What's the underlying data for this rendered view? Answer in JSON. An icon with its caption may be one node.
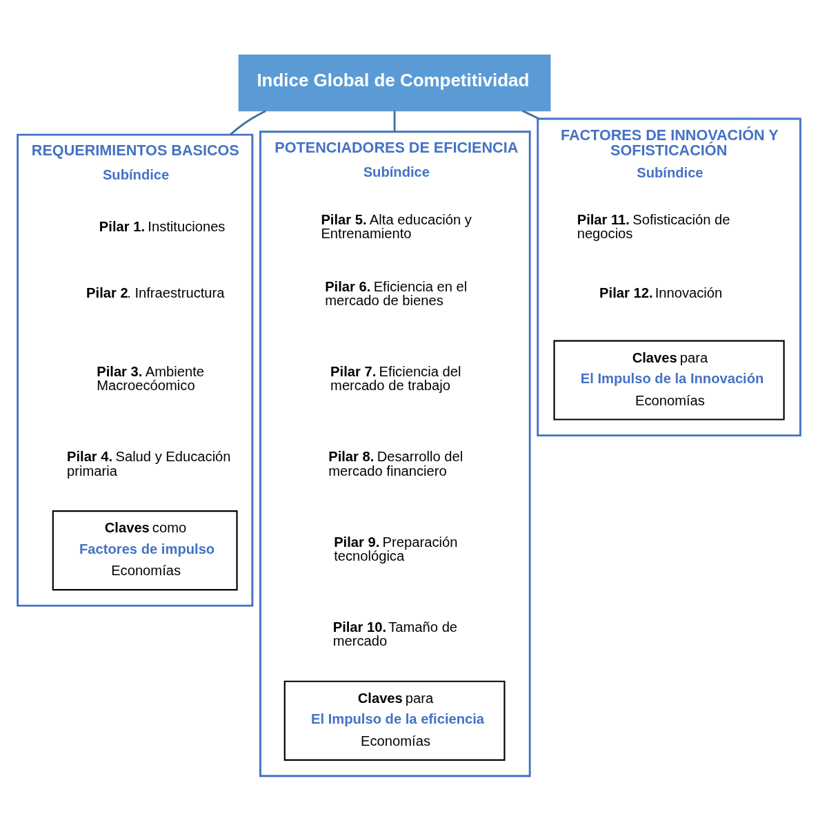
{
  "diagram": {
    "nodes": [
      {
        "text": [
          "Indice Global de Competitividad"
        ]
      },
      {
        "text": [
          "REQUERIMIENTOS BASICOS",
          "Subíndice"
        ]
      },
      {
        "text": [
          "**Pilar 1.** Instituciones"
        ],
        "in": 1
      },
      {
        "text": [
          "**Pilar 2**. Infraestructura"
        ],
        "in": 1
      },
      {
        "text": [
          "**Pilar 3.** Ambiente Macroecóomico"
        ],
        "in": 1
      },
      {
        "text": [
          "**Pilar 4.** Salud y Educación primaria"
        ],
        "in": 1
      },
      {
        "text": [
          "**Claves** como",
          "Factores de impulso",
          "Economías"
        ],
        "in": 1
      },
      {
        "text": [
          "POTENCIADORES DE EFICIENCIA",
          "Subíndice"
        ]
      },
      {
        "text": [
          "**Pilar 5.** Alta educación y Entrenamiento"
        ],
        "in": 7
      },
      {
        "text": [
          "**Pilar 6.** Eficiencia en el mercado de bienes"
        ],
        "in": 7
      },
      {
        "text": [
          "**Pilar 7.** Eficiencia del mercado de trabajo"
        ],
        "in": 7
      },
      {
        "text": [
          "**Pilar 8.** Desarrollo del mercado financiero"
        ],
        "in": 7
      },
      {
        "text": [
          "**Pilar 9.** Preparación tecnológica"
        ],
        "in": 7
      },
      {
        "text": [
          "**Pilar 10.** Tamaño de mercado"
        ],
        "in": 7
      },
      {
        "text": [
          "**Claves** para",
          "El Impulso de la eficiencia",
          "Economías"
        ],
        "in": 7
      },
      {
        "text": [
          "FACTORES DE INNOVACIÓN Y SOFISTICACIÓN",
          "Subíndice"
        ]
      },
      {
        "text": [
          "**Pilar 11.** Sofisticación de negocios"
        ],
        "in": 15
      },
      {
        "text": [
          "**Pilar 12.** Innovación"
        ],
        "in": 15
      },
      {
        "text": [
          "**Claves** para",
          "El Impulso de la Innovación",
          "Economías"
        ],
        "in": 15
      }
    ],
    "edges": [
      {
        "from": 0,
        "to": 1,
        "arrow": "none"
      },
      {
        "from": 0,
        "to": 7,
        "arrow": "none"
      },
      {
        "from": 0,
        "to": 15,
        "arrow": "none"
      }
    ]
  }
}
